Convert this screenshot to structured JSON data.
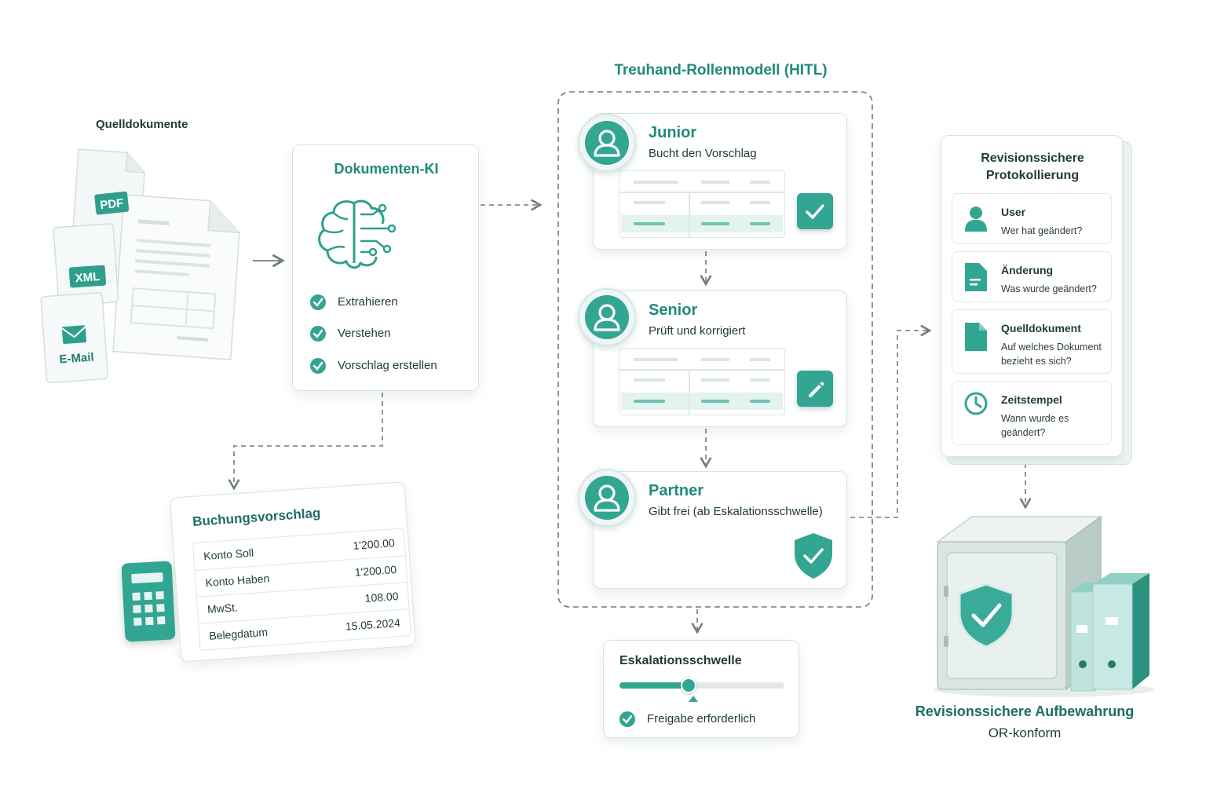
{
  "sources": {
    "title": "Quelldokumente",
    "pdf": "PDF",
    "xml": "XML",
    "email": "E-Mail"
  },
  "ai": {
    "title": "Dokumenten-KI",
    "steps": [
      "Extrahieren",
      "Verstehen",
      "Vorschlag erstellen"
    ]
  },
  "proposal": {
    "title": "Buchungsvorschlag",
    "rows": [
      {
        "label": "Konto Soll",
        "value": "1'200.00"
      },
      {
        "label": "Konto Haben",
        "value": "1'200.00"
      },
      {
        "label": "MwSt.",
        "value": "108.00"
      },
      {
        "label": "Belegdatum",
        "value": "15.05.2024"
      }
    ]
  },
  "roles": {
    "title": "Treuhand-Rollenmodell (HITL)",
    "items": [
      {
        "name": "Junior",
        "desc": "Bucht den Vorschlag",
        "action_icon": "check-icon"
      },
      {
        "name": "Senior",
        "desc": "Prüft und korrigiert",
        "action_icon": "pencil-icon"
      },
      {
        "name": "Partner",
        "desc": "Gibt frei (ab Eskalationsschwelle)",
        "action_icon": "shield-check-icon"
      }
    ]
  },
  "threshold": {
    "title": "Eskalationsschwelle",
    "level": 0.42,
    "status": "Freigabe erforderlich"
  },
  "protocol": {
    "title_line1": "Revisionssichere",
    "title_line2": "Protokollierung",
    "items": [
      {
        "title": "User",
        "desc": "Wer hat geändert?",
        "icon": "user-icon"
      },
      {
        "title": "Änderung",
        "desc": "Was wurde geändert?",
        "icon": "document-icon"
      },
      {
        "title": "Quelldokument",
        "desc": "Auf welches Dokument bezieht es sich?",
        "icon": "file-icon"
      },
      {
        "title": "Zeitstempel",
        "desc": "Wann wurde es geändert?",
        "icon": "clock-icon"
      }
    ]
  },
  "archive": {
    "title": "Revisionssichere Aufbewahrung",
    "subtitle": "OR-konform"
  },
  "colors": {
    "accent": "#1f8a78",
    "accent_fill": "#33a593",
    "light": "#e3f3ef",
    "arrow": "#6f7d7b"
  }
}
